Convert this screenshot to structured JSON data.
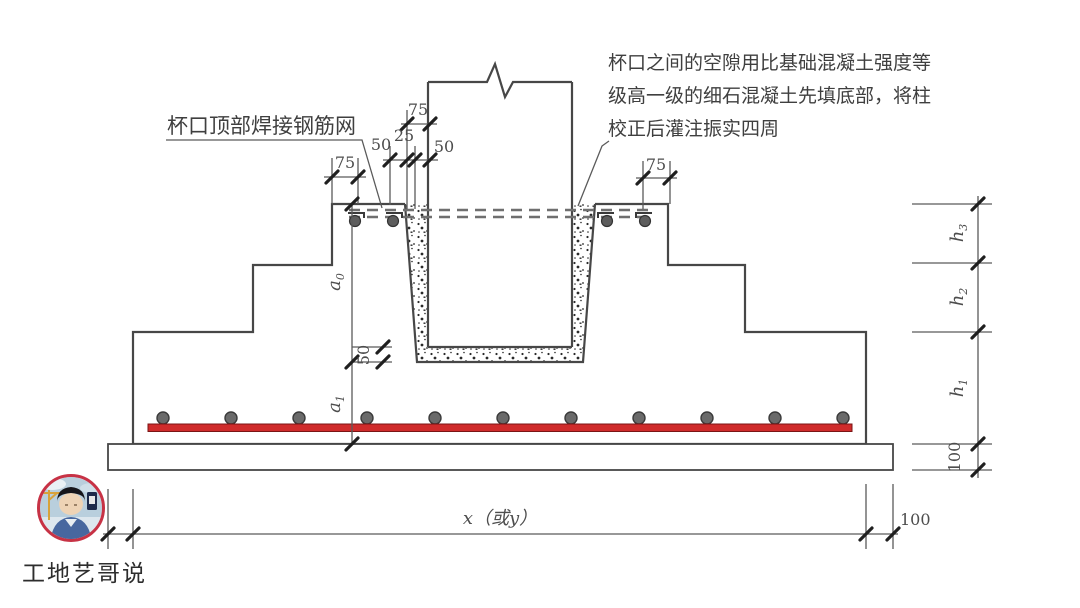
{
  "page": {
    "background": "#ffffff"
  },
  "colors": {
    "line": "#474747",
    "rebar_red": "#cf2b2b",
    "rebar_red_edge": "#7a1515",
    "avatar_ring": "#c73245"
  },
  "annotations": {
    "left_label": "杯口顶部焊接钢筋网",
    "right_note_lines": [
      "杯口之间的空隙用比基础混凝土强度等",
      "级高一级的细石混凝土先填底部，将柱",
      "校正后灌注振实四周"
    ]
  },
  "dimensions": {
    "top_left_offset": "75",
    "column_top_gap": "75",
    "cup_wall_50_left": "50",
    "cup_wall_25": "25",
    "cup_wall_50_right": "50",
    "top_right_offset": "75",
    "cup_bottom_fill": "50",
    "a0": {
      "base": "a",
      "sub": "0"
    },
    "a1": {
      "base": "a",
      "sub": "1"
    },
    "h3": {
      "base": "h",
      "sub": "3"
    },
    "h2": {
      "base": "h",
      "sub": "2"
    },
    "h1": {
      "base": "h",
      "sub": "1"
    },
    "blinding_thickness": "100",
    "blinding_projection": "100",
    "footing_width": "x（或y）"
  },
  "watermark": {
    "name": "工地艺哥说"
  }
}
